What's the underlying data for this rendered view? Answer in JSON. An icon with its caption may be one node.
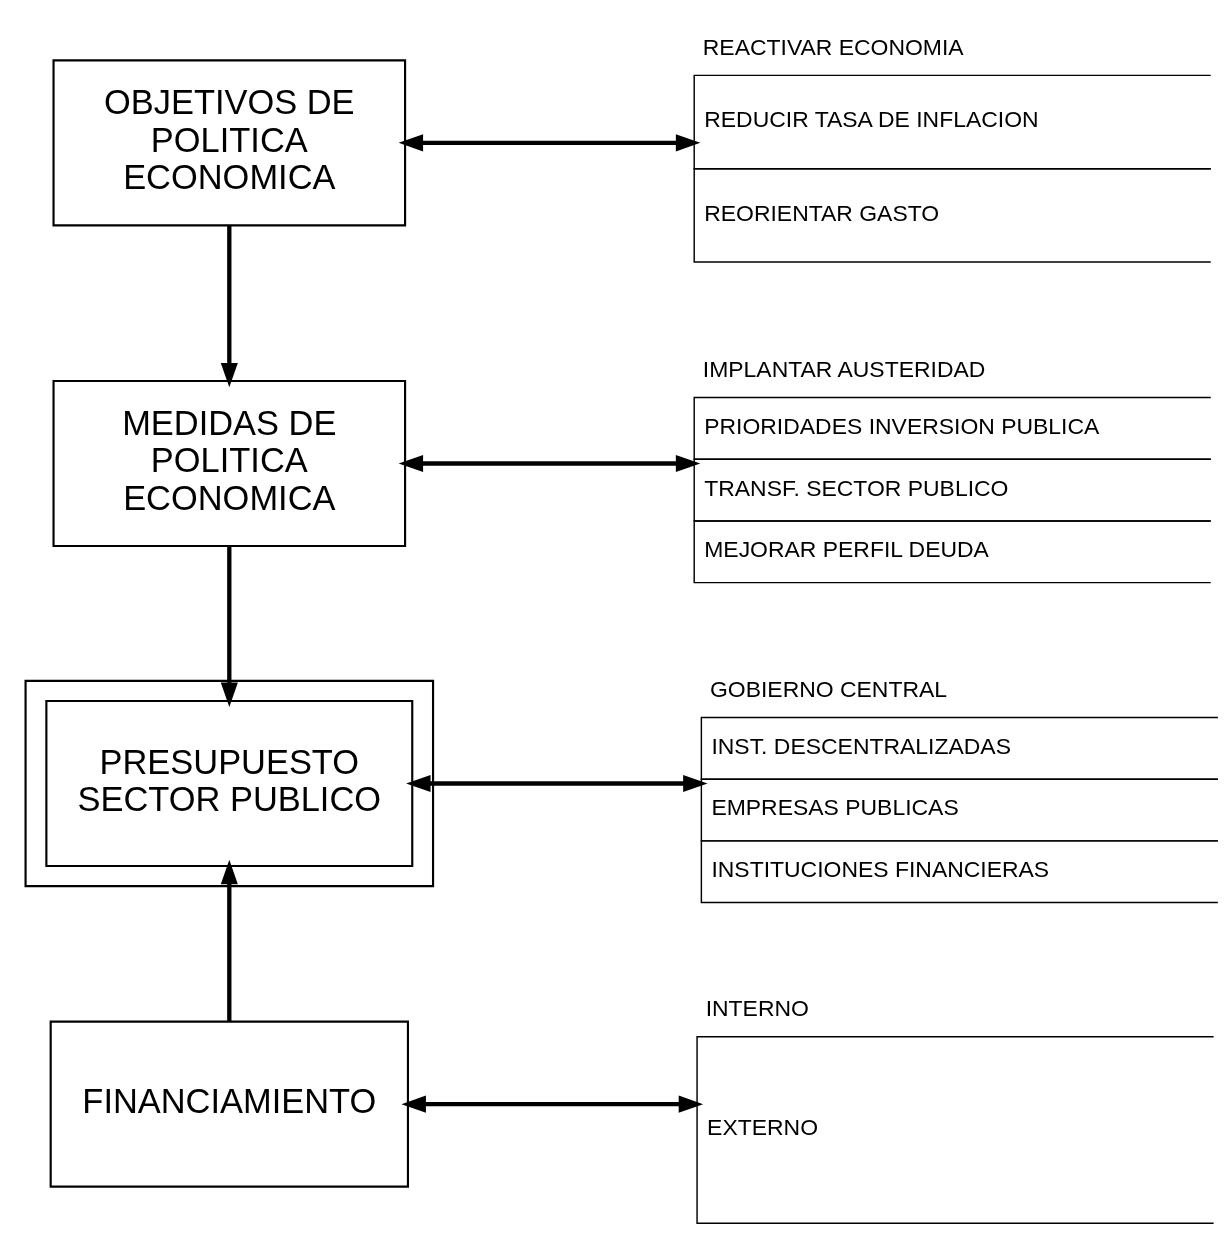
{
  "diagram": {
    "nodes": [
      {
        "text": [
          "OBJETIVOS DE POLITICA ECONOMICA"
        ]
      },
      {
        "text": [
          "REACTIVAR ECONOMIA",
          "REDUCIR TASA DE INFLACION",
          "REORIENTAR GASTO"
        ]
      },
      {
        "text": [
          "MEDIDAS DE POLITICA ECONOMICA"
        ]
      },
      {
        "text": [
          "IMPLANTAR AUSTERIDAD",
          "PRIORIDADES INVERSION PUBLICA",
          "TRANSF. SECTOR PUBLICO",
          "MEJORAR PERFIL DEUDA"
        ]
      },
      {
        "text": [],
        "shape": "box"
      },
      {
        "text": [
          "PRESUPUESTO SECTOR PUBLICO"
        ],
        "in": 4
      },
      {
        "text": [
          "GOBIERNO CENTRAL",
          "INST. DESCENTRALIZADAS",
          "EMPRESAS PUBLICAS",
          "INSTITUCIONES FINANCIERAS"
        ]
      },
      {
        "text": [
          "FINANCIAMIENTO"
        ]
      },
      {
        "text": [
          "INTERNO",
          "EXTERNO"
        ]
      }
    ],
    "edges": [
      {
        "from": 0,
        "to": 1,
        "arrow": "both"
      },
      {
        "from": 0,
        "to": 2,
        "arrow": "to"
      },
      {
        "from": 2,
        "to": 3,
        "arrow": "both"
      },
      {
        "from": 2,
        "to": 5,
        "arrow": "to"
      },
      {
        "from": 5,
        "to": 6,
        "arrow": "both"
      },
      {
        "from": 7,
        "to": 5,
        "arrow": "to"
      },
      {
        "from": 7,
        "to": 8,
        "arrow": "both"
      }
    ]
  }
}
